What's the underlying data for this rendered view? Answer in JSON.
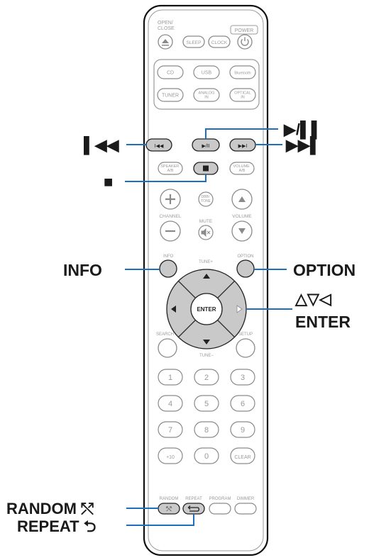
{
  "remote": {
    "open_close": "OPEN/\nCLOSE",
    "power": "POWER",
    "sleep": "SLEEP",
    "clock": "CLOCK",
    "sources": [
      "CD",
      "USB",
      "Bluetooth",
      "TUNER",
      "ANALOG\nIN",
      "OPTICAL\nIN"
    ],
    "speaker_ab": "SPEAKER\nA/B",
    "volume_ab": "VOLUME\nA/B",
    "dbb_tone": "DBB/\nTONE",
    "channel": "CHANNEL",
    "mute": "MUTE",
    "volume": "VOLUME",
    "info": "INFO",
    "option": "OPTION",
    "tune_plus": "TUNE+",
    "tune_minus": "TUNE−",
    "enter": "ENTER",
    "search": "SEARCH",
    "setup": "SETUP",
    "numbers": [
      "1",
      "2",
      "3",
      "4",
      "5",
      "6",
      "7",
      "8",
      "9",
      "+10",
      "0",
      "CLEAR"
    ],
    "random": "RANDOM",
    "repeat": "REPEAT",
    "program": "PROGRAM",
    "dimmer": "DIMMER"
  },
  "callouts": {
    "play_pause": "▶/▌▌",
    "skip_back": "▌◀◀",
    "skip_forward": "▶▶▌",
    "stop": "■",
    "info": "INFO",
    "option": "OPTION",
    "arrows": "△▽◁",
    "enter": "ENTER",
    "random": "RANDOM ⤲",
    "repeat": "REPEAT ⮌"
  },
  "colors": {
    "callout_line": "#1f6fbf",
    "remote_outline": "#111111",
    "highlight_fill": "#c9c9c9",
    "button_stroke": "#8a8a8a"
  }
}
